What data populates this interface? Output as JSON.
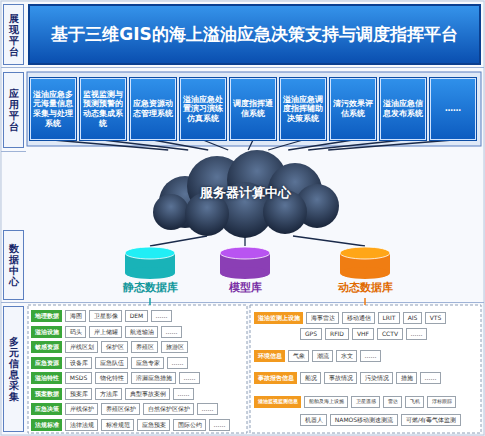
{
  "diagram": {
    "nodes": [
      {
        "text": [
          "展现平台"
        ]
      },
      {
        "text": [
          "基于三维GIS的海上溢油应急决策支持与调度指挥平台"
        ]
      },
      {
        "text": [
          "应用平台"
        ]
      },
      {
        "text": [
          "溢油应急多元海量信息采集与处理系统"
        ]
      },
      {
        "text": [
          "监视监测与预测预警的动态集成系统"
        ]
      },
      {
        "text": [
          "应急资源动态管理系统"
        ]
      },
      {
        "text": [
          "溢油应急处置演习演练仿真系统"
        ]
      },
      {
        "text": [
          "调度指挥通信系统"
        ]
      },
      {
        "text": [
          "溢油应急调度指挥辅助决策系统"
        ]
      },
      {
        "text": [
          "清污效果评估系统"
        ]
      },
      {
        "text": [
          "溢油应急信息发布系统"
        ]
      },
      {
        "text": [
          "……"
        ]
      },
      {
        "text": [
          "服务器计算中心"
        ]
      },
      {
        "text": [
          "数据中心"
        ]
      },
      {
        "text": [
          "静态数据库"
        ]
      },
      {
        "text": [
          "模型库"
        ]
      },
      {
        "text": [
          "动态数据库"
        ]
      },
      {
        "text": [
          "多元信息采集"
        ]
      },
      {
        "text": [
          "地理数据"
        ]
      },
      {
        "text": [
          "海图"
        ]
      },
      {
        "text": [
          "卫星影像"
        ]
      },
      {
        "text": [
          "DEM"
        ]
      },
      {
        "text": [
          "……"
        ]
      },
      {
        "text": [
          "溢油设施"
        ]
      },
      {
        "text": [
          "码头"
        ]
      },
      {
        "text": [
          "岸上储罐"
        ]
      },
      {
        "text": [
          "航道输油"
        ]
      },
      {
        "text": [
          "……"
        ]
      },
      {
        "text": [
          "敏感资源"
        ]
      },
      {
        "text": [
          "岸线区划"
        ]
      },
      {
        "text": [
          "保护区"
        ]
      },
      {
        "text": [
          "养殖区"
        ]
      },
      {
        "text": [
          "旅游区"
        ]
      },
      {
        "text": [
          "应急资源"
        ]
      },
      {
        "text": [
          "设备库"
        ]
      },
      {
        "text": [
          "应急队伍"
        ]
      },
      {
        "text": [
          "应急专家"
        ]
      },
      {
        "text": [
          "……"
        ]
      },
      {
        "text": [
          "溢油特性"
        ]
      },
      {
        "text": [
          "MSDS"
        ]
      },
      {
        "text": [
          "物化特性"
        ]
      },
      {
        "text": [
          "溶漏应急措施"
        ]
      },
      {
        "text": [
          "……"
        ]
      },
      {
        "text": [
          "预案数据"
        ]
      },
      {
        "text": [
          "预案库"
        ]
      },
      {
        "text": [
          "方法库"
        ]
      },
      {
        "text": [
          "典型事故案例"
        ]
      },
      {
        "text": [
          "……"
        ]
      },
      {
        "text": [
          "应急决策"
        ]
      },
      {
        "text": [
          "岸线保护"
        ]
      },
      {
        "text": [
          "养殖区保护"
        ]
      },
      {
        "text": [
          "自然保护区保护"
        ]
      },
      {
        "text": [
          "……"
        ]
      },
      {
        "text": [
          "法规标准"
        ]
      },
      {
        "text": [
          "法律法规"
        ]
      },
      {
        "text": [
          "标准规范"
        ]
      },
      {
        "text": [
          "应急预案"
        ]
      },
      {
        "text": [
          "国际公约"
        ]
      },
      {
        "text": [
          "……"
        ]
      },
      {
        "text": [
          "溢油监测上设施"
        ]
      },
      {
        "text": [
          "海事雷达"
        ]
      },
      {
        "text": [
          "移动通信"
        ]
      },
      {
        "text": [
          "LRIT"
        ]
      },
      {
        "text": [
          "AIS"
        ]
      },
      {
        "text": [
          "VTS"
        ]
      },
      {
        "text": [
          "GPS"
        ]
      },
      {
        "text": [
          "RFID"
        ]
      },
      {
        "text": [
          "VHF"
        ]
      },
      {
        "text": [
          "CCTV"
        ]
      },
      {
        "text": [
          "……"
        ]
      },
      {
        "text": [
          "环境信息"
        ]
      },
      {
        "text": [
          "气象"
        ]
      },
      {
        "text": [
          "潮流"
        ]
      },
      {
        "text": [
          "水文"
        ]
      },
      {
        "text": [
          "……"
        ]
      },
      {
        "text": [
          "事故报告信息"
        ]
      },
      {
        "text": [
          "船况"
        ]
      },
      {
        "text": [
          "事故情况"
        ]
      },
      {
        "text": [
          "污染情况"
        ]
      },
      {
        "text": [
          "措施"
        ]
      },
      {
        "text": [
          "……"
        ]
      },
      {
        "text": [
          "溢油监视监测信息"
        ]
      },
      {
        "text": [
          "船舶及海上设施"
        ]
      },
      {
        "text": [
          "卫星遥感"
        ]
      },
      {
        "text": [
          "雷达"
        ]
      },
      {
        "text": [
          "飞机"
        ]
      },
      {
        "text": [
          "浮标跟踪"
        ]
      },
      {
        "text": [
          "机器人"
        ]
      },
      {
        "text": [
          "NAMOS移动测速测流"
        ]
      },
      {
        "text": [
          "可燃/有毒气体监测"
        ]
      }
    ],
    "edges": [
      {
        "from": 12,
        "to": 3,
        "arrow": "none"
      },
      {
        "from": 12,
        "to": 4,
        "arrow": "none"
      },
      {
        "from": 12,
        "to": 5,
        "arrow": "none"
      },
      {
        "from": 12,
        "to": 6,
        "arrow": "none"
      },
      {
        "from": 12,
        "to": 7,
        "arrow": "none"
      },
      {
        "from": 12,
        "to": 8,
        "arrow": "none"
      },
      {
        "from": 12,
        "to": 9,
        "arrow": "none"
      },
      {
        "from": 12,
        "to": 10,
        "arrow": "none"
      },
      {
        "from": 12,
        "to": 11,
        "arrow": "none"
      },
      {
        "from": 12,
        "to": 14,
        "arrow": "none"
      },
      {
        "from": 12,
        "to": 15,
        "arrow": "none"
      },
      {
        "from": 12,
        "to": 16,
        "arrow": "none"
      }
    ]
  }
}
